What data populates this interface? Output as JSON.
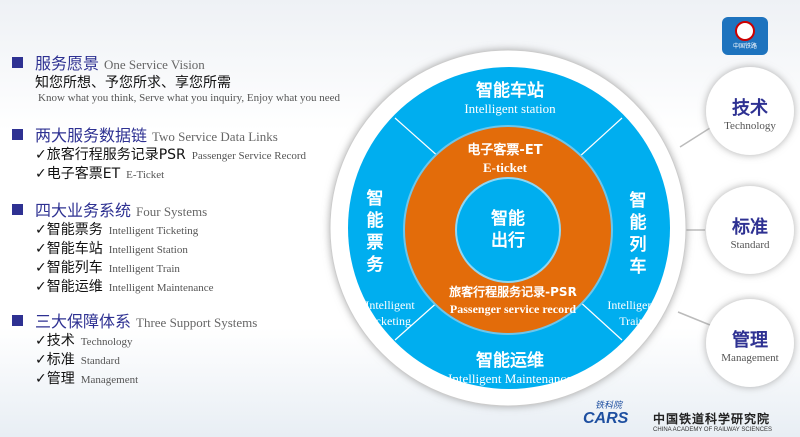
{
  "left": {
    "s1": {
      "zh": "服务愿景",
      "en": "One Service Vision",
      "line": "知您所想、予您所求、享您所需",
      "line_en": "Know what you think, Serve what you inquiry, Enjoy what you need"
    },
    "s2": {
      "zh": "两大服务数据链",
      "en": "Two Service Data Links",
      "items": [
        {
          "zh": "✓旅客行程服务记录PSR",
          "en": "Passenger Service Record"
        },
        {
          "zh": "✓电子客票ET",
          "en": "E-Ticket"
        }
      ]
    },
    "s3": {
      "zh": "四大业务系统",
      "en": "Four Systems",
      "items": [
        {
          "zh": "✓智能票务",
          "en": "Intelligent Ticketing"
        },
        {
          "zh": "✓智能车站",
          "en": "Intelligent Station"
        },
        {
          "zh": "✓智能列车",
          "en": "Intelligent Train"
        },
        {
          "zh": "✓智能运维",
          "en": "Intelligent Maintenance"
        }
      ]
    },
    "s4": {
      "zh": "三大保障体系",
      "en": "Three Support Systems",
      "items": [
        {
          "zh": "✓技术",
          "en": "Technology"
        },
        {
          "zh": "✓标准",
          "en": "Standard"
        },
        {
          "zh": "✓管理",
          "en": "Management"
        }
      ]
    }
  },
  "diagram": {
    "center": "智能\n出行",
    "station": {
      "zh": "智能车站",
      "en": "Intelligent station"
    },
    "ticketing": {
      "zh": "智能票务",
      "en1": "Intelligent",
      "en2": "ticketing"
    },
    "train": {
      "zh": "智能列车",
      "en1": "Intelligent",
      "en2": "Train"
    },
    "maintenance": {
      "zh": "智能运维",
      "en": "Intelligent Maintenance"
    },
    "et": {
      "zh": "电子客票-ET",
      "en": "E-ticket"
    },
    "psr": {
      "zh": "旅客行程服务记录-PSR",
      "en": "Passenger service record"
    },
    "supports": [
      {
        "zh": "技术",
        "en": "Technology"
      },
      {
        "zh": "标准",
        "en": "Standard"
      },
      {
        "zh": "管理",
        "en": "Management"
      }
    ]
  },
  "logo": {
    "badge": "中国铁路",
    "cars": "CARS",
    "script": "铁科院",
    "org_zh": "中国铁道科学研究院",
    "org_en": "CHINA ACADEMY OF RAILWAY SCIENCES"
  },
  "colors": {
    "blue": "#00aeef",
    "orange": "#e36c0a",
    "navy": "#2e3192"
  }
}
